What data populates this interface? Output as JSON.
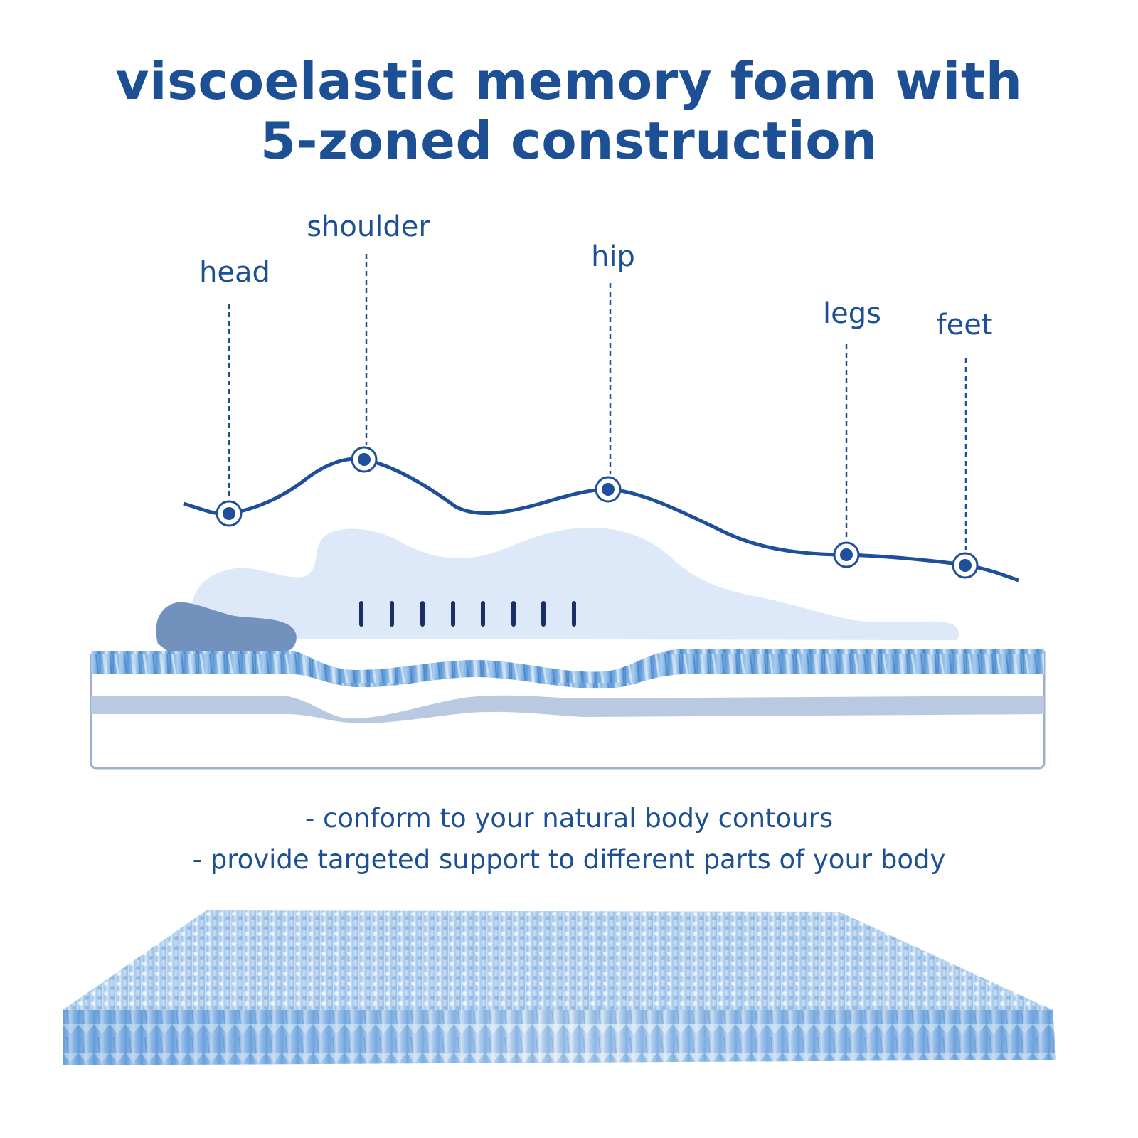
{
  "title": {
    "line1": "viscoelastic memory foam with",
    "line2": "5-zoned construction"
  },
  "zones": [
    {
      "label": "head"
    },
    {
      "label": "shoulder"
    },
    {
      "label": "hip"
    },
    {
      "label": "legs"
    },
    {
      "label": "feet"
    }
  ],
  "bullets": [
    "- conform to your natural body contours",
    "- provide targeted support to different parts of your body"
  ],
  "colors": {
    "brand_blue": "#1c4f94",
    "curve_blue": "#1f4e9a",
    "body_silhouette": "#dde9f8",
    "pillow": "#7391bd",
    "foam_blue": "#79ace0",
    "inner_layer": "#b9c9e2",
    "mattress_outline": "#9fb0cf"
  }
}
